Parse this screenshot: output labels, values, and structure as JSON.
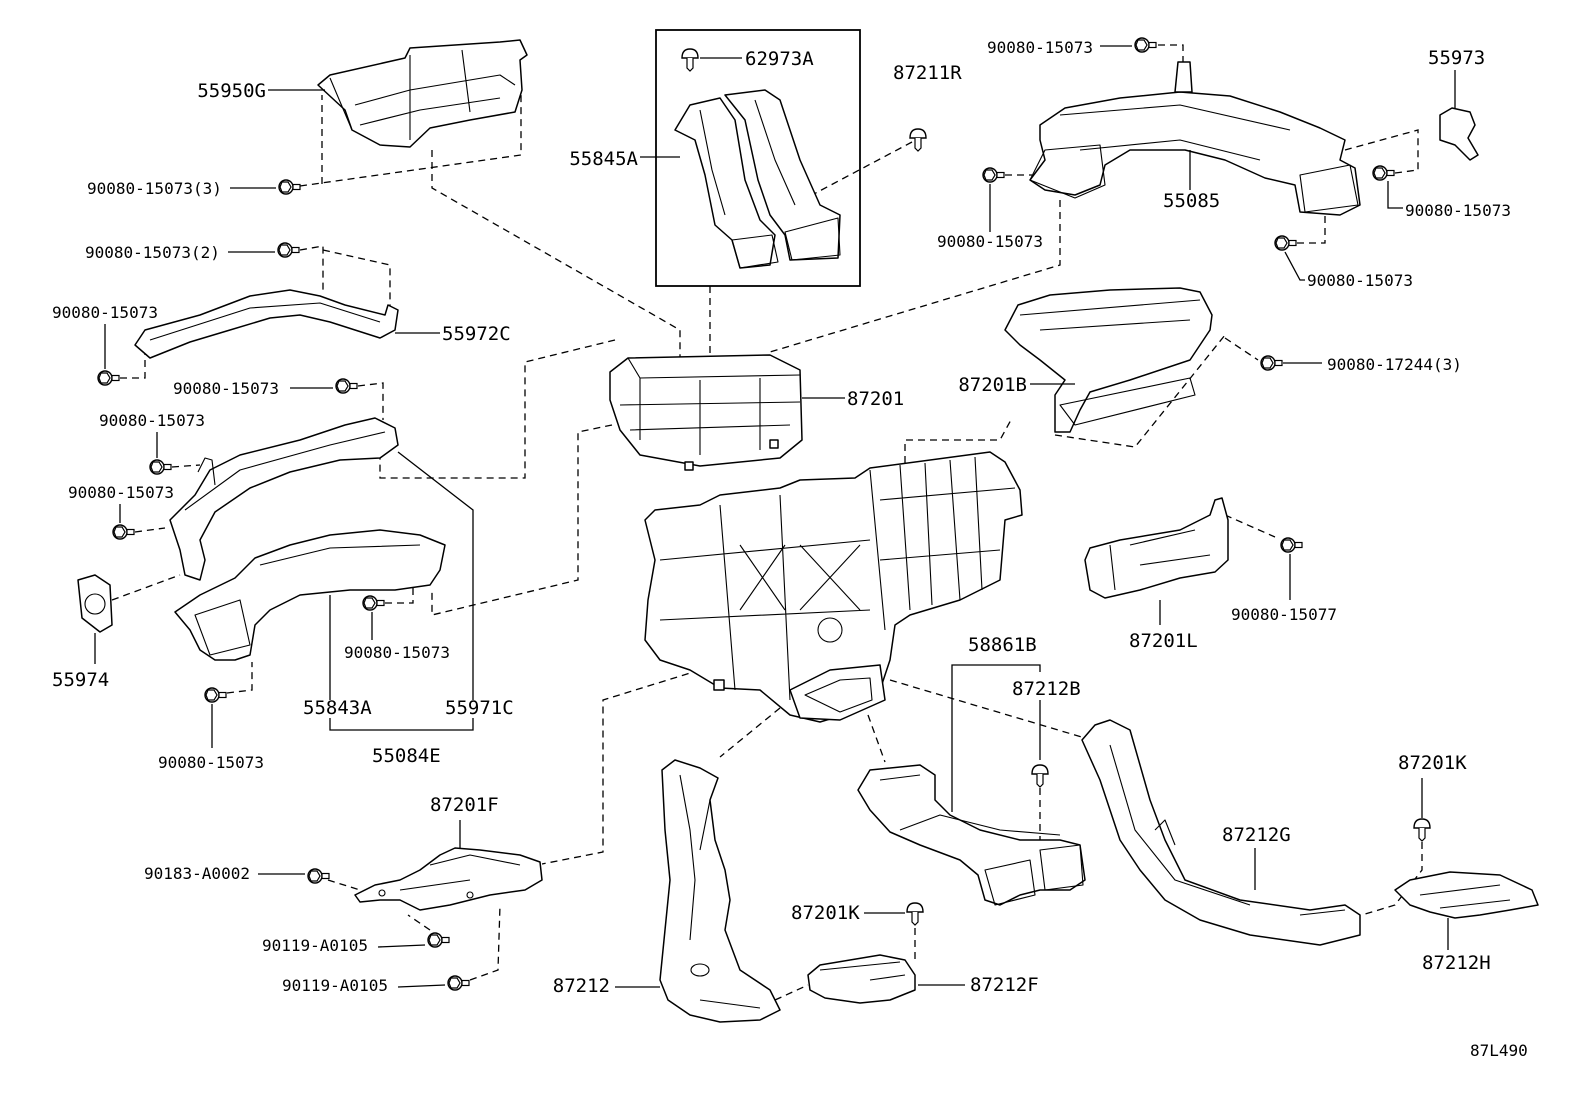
{
  "diagram": {
    "part_numbers": [
      "55950G",
      "62973A",
      "87211R",
      "55973",
      "55845A",
      "55085",
      "55972C",
      "87201",
      "87201B",
      "87201L",
      "58861B",
      "55974",
      "87212B",
      "55843A",
      "55971C",
      "55084E",
      "87201K",
      "87201F",
      "87212G",
      "87201K",
      "87212H",
      "87212",
      "87212F"
    ],
    "fastener_numbers": [
      "90080-15073",
      "90080-15073(3)",
      "90080-15073",
      "90080-15073",
      "90080-15073(2)",
      "90080-15073",
      "90080-15073",
      "90080-17244(3)",
      "90080-15073",
      "90080-15073",
      "90080-15073",
      "90080-15077",
      "90080-15073",
      "90080-15073",
      "90183-A0002",
      "90119-A0105",
      "90119-A0105"
    ],
    "diagram_code": "87L490"
  }
}
